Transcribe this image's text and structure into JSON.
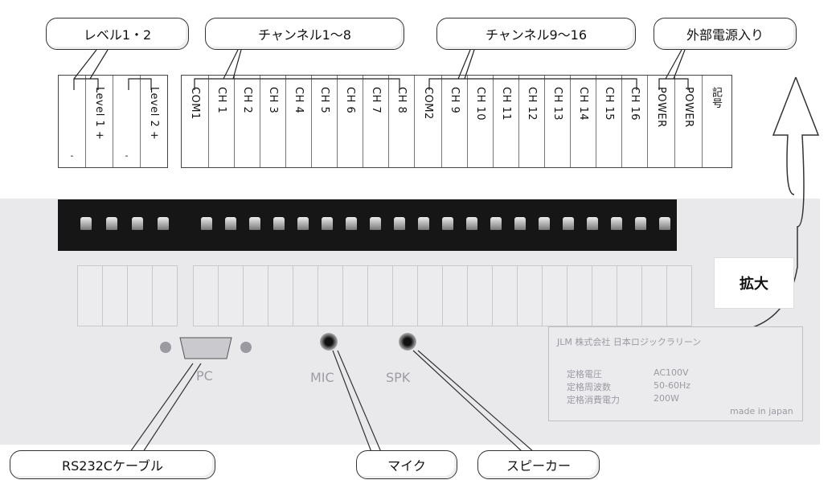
{
  "callouts": {
    "level": "レベル1・2",
    "ch1_8": "チャンネル1〜8",
    "ch9_16": "チャンネル9〜16",
    "power": "外部電源入り",
    "rs232c": "RS232Cケーブル",
    "mic": "マイク",
    "speaker": "スピーカー",
    "zoom": "拡大"
  },
  "strip_level": [
    {
      "label": "",
      "minus": "-"
    },
    {
      "label": "Level 1 +",
      "minus": ""
    },
    {
      "label": "",
      "minus": "-"
    },
    {
      "label": "Level 2 +",
      "minus": ""
    }
  ],
  "strip_channels": [
    {
      "label": "COM1"
    },
    {
      "label": "CH 1"
    },
    {
      "label": "CH 2"
    },
    {
      "label": "CH 3"
    },
    {
      "label": "CH 4"
    },
    {
      "label": "CH 5"
    },
    {
      "label": "CH 6"
    },
    {
      "label": "CH 7"
    },
    {
      "label": "CH 8"
    },
    {
      "label": "COM2"
    },
    {
      "label": "CH 9"
    },
    {
      "label": "CH 10"
    },
    {
      "label": "CH 11"
    },
    {
      "label": "CH 12"
    },
    {
      "label": "CH 13"
    },
    {
      "label": "CH 14"
    },
    {
      "label": "CH 15"
    },
    {
      "label": "CH 16"
    },
    {
      "label": "POWER"
    },
    {
      "label": "POWER"
    },
    {
      "label": "記号"
    }
  ],
  "ports": {
    "pc": "PC",
    "mic": "MIC",
    "spk": "SPK"
  },
  "plate": {
    "brand": "JLM 株式会社 日本ロジックラリーン",
    "row1_label": "定格電圧",
    "row1_value": "AC100V",
    "row2_label": "定格周波数",
    "row2_value": "50-60Hz",
    "row3_label": "定格消費電力",
    "row3_value": "200W",
    "made": "made in japan"
  }
}
